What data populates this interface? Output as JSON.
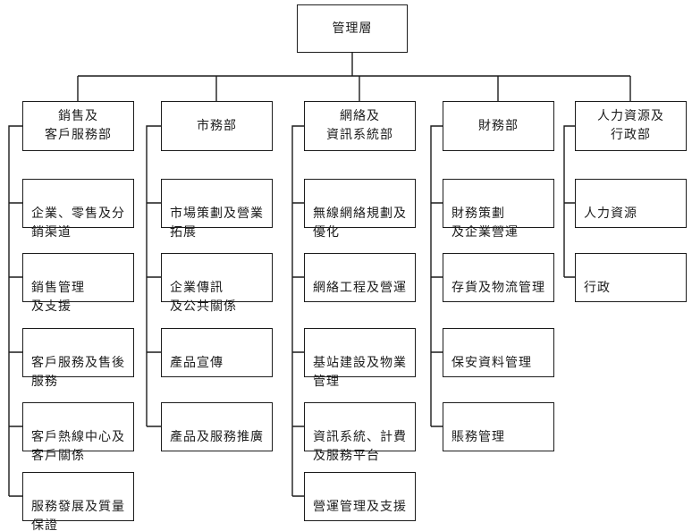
{
  "page": {
    "background_color": "#ffffff",
    "ink_color": "#1c1c1c"
  },
  "org_chart": {
    "root": {
      "label": "管理層"
    },
    "departments": [
      {
        "label": "銷售及\n客戶服務部",
        "children": [
          {
            "label": "企業、零售及分\n銷渠道"
          },
          {
            "label": "銷售管理\n及支援"
          },
          {
            "label": "客戶服務及售後\n服務"
          },
          {
            "label": "客戶熱線中心及\n客戶關係"
          },
          {
            "label": "服務發展及質量\n保證"
          }
        ]
      },
      {
        "label": "市務部",
        "children": [
          {
            "label": "市場策劃及營業\n拓展"
          },
          {
            "label": "企業傳訊\n及公共關係"
          },
          {
            "label": "產品宣傳"
          },
          {
            "label": "產品及服務推廣"
          }
        ]
      },
      {
        "label": "網絡及\n資訊系統部",
        "children": [
          {
            "label": "無線網絡規劃及\n優化"
          },
          {
            "label": "網絡工程及營運"
          },
          {
            "label": "基站建設及物業\n管理"
          },
          {
            "label": "資訊系統、計費\n及服務平台"
          },
          {
            "label": "營運管理及支援"
          }
        ]
      },
      {
        "label": "財務部",
        "children": [
          {
            "label": "財務策劃\n及企業營運"
          },
          {
            "label": "存貨及物流管理"
          },
          {
            "label": "保安資料管理"
          },
          {
            "label": "賬務管理"
          }
        ]
      },
      {
        "label": "人力資源及\n行政部",
        "children": [
          {
            "label": "人力資源"
          },
          {
            "label": "行政"
          }
        ]
      }
    ]
  }
}
